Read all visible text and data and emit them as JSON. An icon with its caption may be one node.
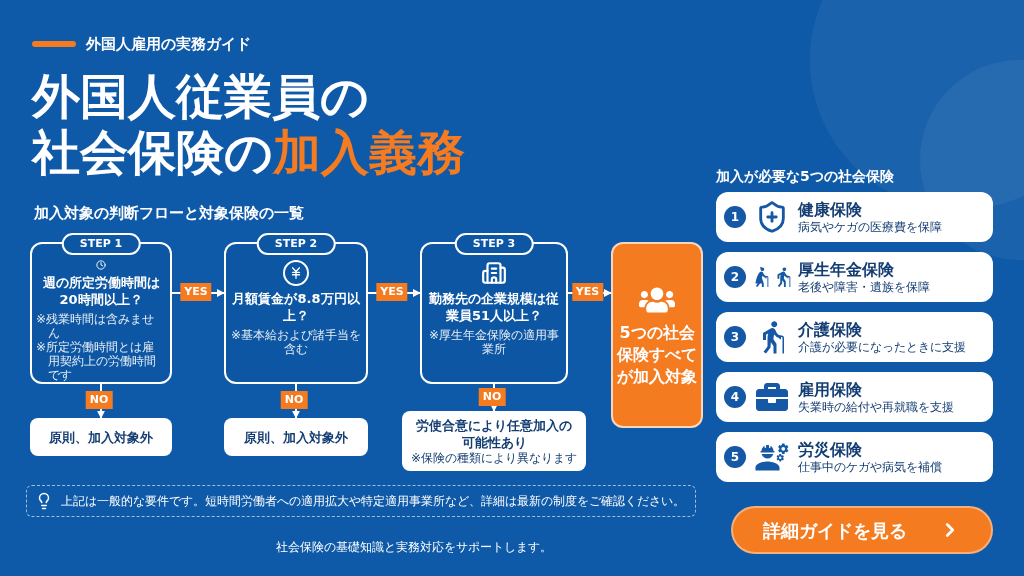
{
  "diagram": {
    "title": "外国人従業員の社会保険の**加入義務**",
    "nodes": [
      {
        "text": [
          "STEP 1",
          "週の所定労働時間は20時間以上？",
          "※残業時間は含みません",
          "※所定労働時間とは雇用契約上の労働時間です"
        ]
      },
      {
        "text": [
          "STEP 2",
          "月額賃金が8.8万円以上？",
          "※基本給および諸手当を含む"
        ]
      },
      {
        "text": [
          "STEP 3",
          "勤務先の企業規模は従業員51人以上？",
          "※厚生年金保険の適用事業所"
        ]
      },
      {
        "text": [
          "5つの社会保険すべてが加入対象"
        ]
      },
      {
        "text": [
          "原則、加入対象外"
        ]
      },
      {
        "text": [
          "原則、加入対象外"
        ]
      },
      {
        "text": [
          "労使合意により任意加入の可能性あり",
          "※保険の種類により異なります"
        ]
      },
      {
        "text": [
          "1",
          "健康保険",
          "病気やケガの医療費を保障"
        ]
      },
      {
        "text": [
          "2",
          "厚生年金保険",
          "老後や障害・遺族を保障"
        ]
      },
      {
        "text": [
          "3",
          "介護保険",
          "介護が必要になったときに支援"
        ]
      },
      {
        "text": [
          "4",
          "雇用保険",
          "失業時の給付や再就職を支援"
        ]
      },
      {
        "text": [
          "5",
          "労災保険",
          "仕事中のケガや病気を補償"
        ]
      }
    ],
    "edges": [
      {
        "from": 0,
        "to": 1,
        "arrow": "to",
        "label": "YES"
      },
      {
        "from": 1,
        "to": 2,
        "arrow": "to",
        "label": "YES"
      },
      {
        "from": 2,
        "to": 3,
        "arrow": "to",
        "label": "YES"
      },
      {
        "from": 0,
        "to": 4,
        "arrow": "to",
        "label": "NO"
      },
      {
        "from": 1,
        "to": 5,
        "arrow": "to",
        "label": "NO"
      },
      {
        "from": 2,
        "to": 6,
        "arrow": "to",
        "label": "NO"
      }
    ],
    "labels": [
      "外国人雇用の実務ガイド",
      "加入対象の判断フローと対象保険の一覧",
      "加入が必要な5つの社会保険",
      "上記は一般的な要件です。短時間労働者への適用拡大や特定適用事業所など、詳細は最新の制度をご確認ください。",
      "社会保険の基礎知識と実務対応をサポートします。",
      "詳細ガイドを見る"
    ]
  }
}
